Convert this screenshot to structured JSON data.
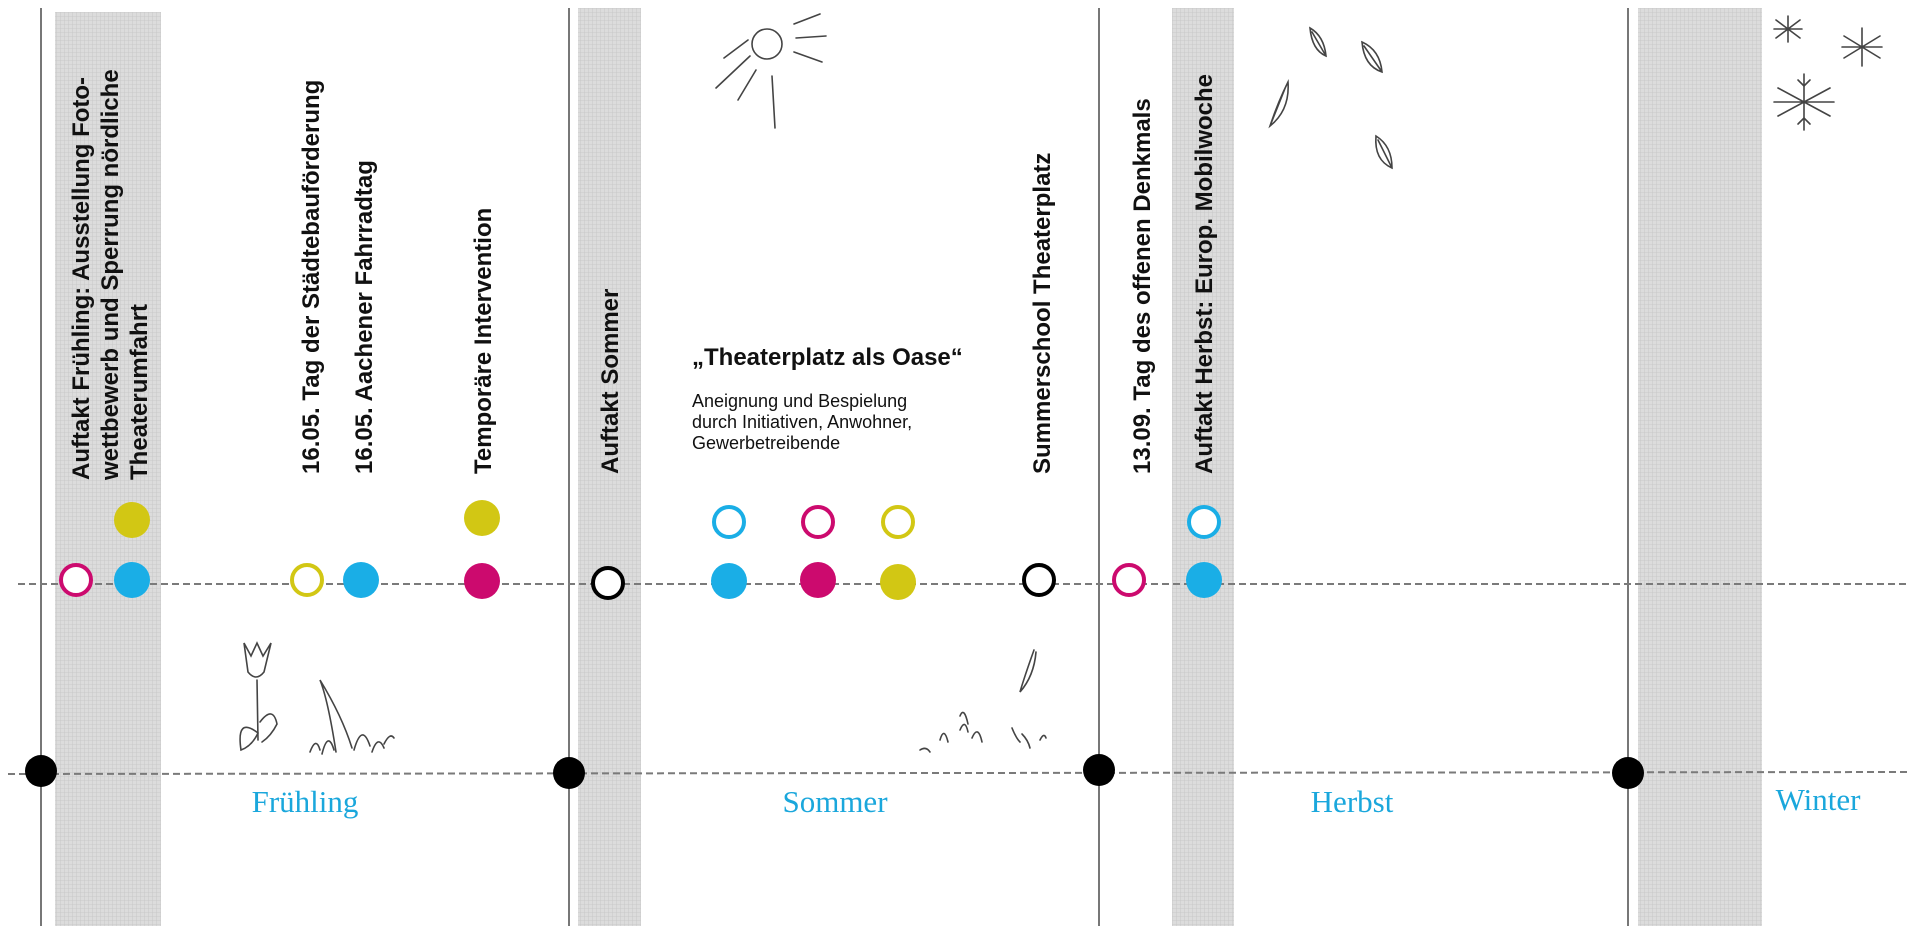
{
  "labels": {
    "auftakt_fruehling": [
      "Auftakt Frühling: Ausstellung Foto-",
      "wettbewerb und Sperrung nördliche",
      "Theaterumfahrt"
    ],
    "tag_staedtebau": "16.05. Tag der Städtebauförderung",
    "fahrradtag": "16.05. Aachener Fahrradtag",
    "intervention": "Temporäre Intervention",
    "auftakt_sommer": "Auftakt Sommer",
    "summerschool": "Summerschool Theaterplatz",
    "denkmal": "13.09. Tag des offenen Denkmals",
    "auftakt_herbst": "Auftakt Herbst: Europ. Mobilwoche"
  },
  "oase": {
    "title": "„Theaterplatz als Oase“",
    "description": [
      "Aneignung und Bespielung",
      "durch Initiativen, Anwohner,",
      "Gewerbetreibende"
    ]
  },
  "seasons": [
    "Frühling",
    "Sommer",
    "Herbst",
    "Winter"
  ],
  "colors": {
    "cyan": "#1aaee6",
    "magenta": "#cc0a6e",
    "yellow": "#d2c714",
    "black": "#000000",
    "season_label": "#1aa7dc",
    "band_fill": "#d7d7d7"
  },
  "events": [
    {
      "name": "auftakt-fruehling",
      "marks": [
        {
          "color": "magenta",
          "filled": false
        },
        {
          "color": "cyan",
          "filled": true
        },
        {
          "color": "yellow",
          "filled": true
        }
      ]
    },
    {
      "name": "tag-staedtebau",
      "marks": [
        {
          "color": "yellow",
          "filled": false
        }
      ]
    },
    {
      "name": "fahrradtag",
      "marks": [
        {
          "color": "cyan",
          "filled": true
        }
      ]
    },
    {
      "name": "intervention",
      "marks": [
        {
          "color": "magenta",
          "filled": true
        },
        {
          "color": "yellow",
          "filled": true
        }
      ]
    },
    {
      "name": "auftakt-sommer",
      "marks": [
        {
          "color": "black",
          "filled": false
        }
      ]
    },
    {
      "name": "oase",
      "marks": [
        {
          "color": "cyan",
          "filled": true
        },
        {
          "color": "cyan",
          "filled": false
        },
        {
          "color": "magenta",
          "filled": true
        },
        {
          "color": "magenta",
          "filled": false
        },
        {
          "color": "yellow",
          "filled": true
        },
        {
          "color": "yellow",
          "filled": false
        }
      ]
    },
    {
      "name": "summerschool",
      "marks": [
        {
          "color": "black",
          "filled": false
        }
      ]
    },
    {
      "name": "denkmal",
      "marks": [
        {
          "color": "magenta",
          "filled": false
        }
      ]
    },
    {
      "name": "auftakt-herbst",
      "marks": [
        {
          "color": "cyan",
          "filled": true
        },
        {
          "color": "cyan",
          "filled": false
        }
      ]
    }
  ]
}
